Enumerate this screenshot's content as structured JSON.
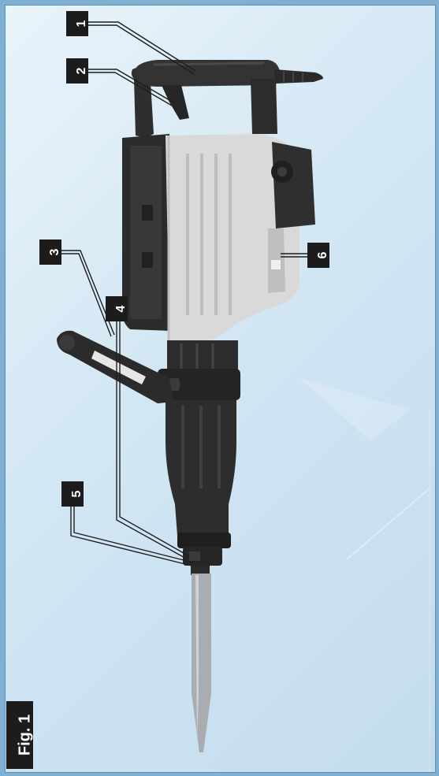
{
  "figure_label": "Fig. 1",
  "callouts": [
    {
      "number": "1"
    },
    {
      "number": "2"
    },
    {
      "number": "3"
    },
    {
      "number": "4"
    },
    {
      "number": "5"
    },
    {
      "number": "6"
    }
  ],
  "colors": {
    "background": "#d2e6f3",
    "tool_body": "#d6d6d6",
    "tool_dark": "#2a2a2a",
    "badge": "#1c1c1c"
  }
}
